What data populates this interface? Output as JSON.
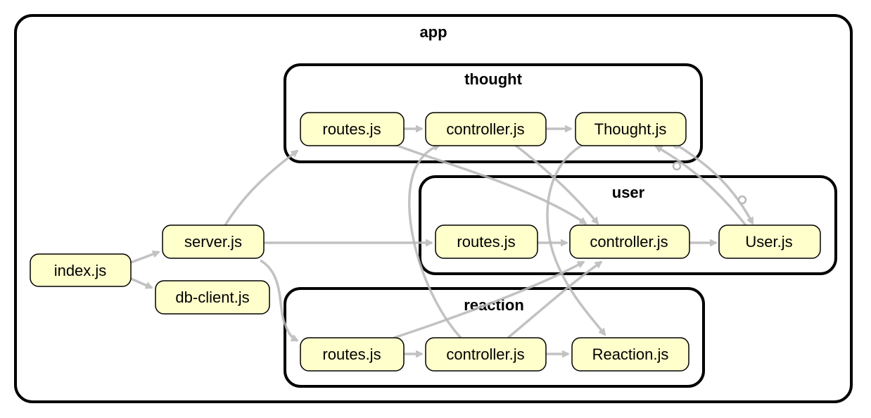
{
  "clusters": {
    "app": "app",
    "thought": "thought",
    "user": "user",
    "reaction": "reaction"
  },
  "nodes": {
    "index": "index.js",
    "server": "server.js",
    "db_client": "db-client.js",
    "thought_routes": "routes.js",
    "thought_controller": "controller.js",
    "thought_model": "Thought.js",
    "user_routes": "routes.js",
    "user_controller": "controller.js",
    "user_model": "User.js",
    "reaction_routes": "routes.js",
    "reaction_controller": "controller.js",
    "reaction_model": "Reaction.js"
  },
  "edges": [
    {
      "from": "index",
      "to": "server"
    },
    {
      "from": "index",
      "to": "db_client"
    },
    {
      "from": "server",
      "to": "thought_routes"
    },
    {
      "from": "server",
      "to": "user_routes"
    },
    {
      "from": "server",
      "to": "reaction_routes"
    },
    {
      "from": "thought_routes",
      "to": "thought_controller"
    },
    {
      "from": "thought_routes",
      "to": "user_controller"
    },
    {
      "from": "thought_controller",
      "to": "thought_model"
    },
    {
      "from": "thought_controller",
      "to": "user_controller"
    },
    {
      "from": "thought_model",
      "to": "reaction_model"
    },
    {
      "from": "thought_model",
      "to": "user_model",
      "circular": true
    },
    {
      "from": "user_model",
      "to": "thought_model",
      "circular": true
    },
    {
      "from": "user_routes",
      "to": "user_controller"
    },
    {
      "from": "user_controller",
      "to": "user_model"
    },
    {
      "from": "reaction_routes",
      "to": "reaction_controller"
    },
    {
      "from": "reaction_routes",
      "to": "user_controller"
    },
    {
      "from": "reaction_controller",
      "to": "reaction_model"
    },
    {
      "from": "reaction_controller",
      "to": "thought_controller"
    },
    {
      "from": "reaction_controller",
      "to": "user_controller"
    }
  ],
  "colors": {
    "node_fill": "#ffffcc",
    "cluster_stroke": "#000000",
    "edge": "#b8b8b8"
  }
}
